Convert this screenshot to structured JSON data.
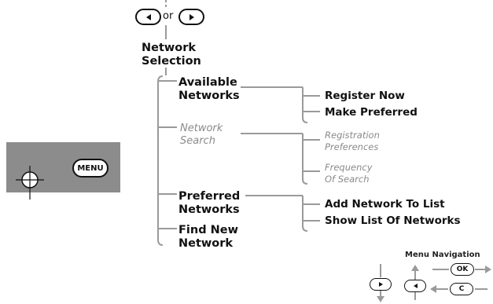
{
  "top_selector": {
    "left_icon": "left-arrow-icon",
    "connector": "or",
    "right_icon": "right-arrow-icon"
  },
  "root": {
    "line1": "Network",
    "line2": "Selection"
  },
  "menu": [
    {
      "id": "available-networks",
      "line1": "Available",
      "line2": "Networks",
      "state": "active",
      "children": [
        "Register Now",
        "Make Preferred"
      ]
    },
    {
      "id": "network-search",
      "line1": "Network",
      "line2": "Search",
      "state": "disabled",
      "children": [
        {
          "line1": "Registration",
          "line2": "Preferences"
        },
        {
          "line1": "Frequency",
          "line2": "Of Search"
        }
      ]
    },
    {
      "id": "preferred-networks",
      "line1": "Preferred",
      "line2": "Networks",
      "state": "active",
      "children": [
        "Add Network To List",
        "Show List Of Networks"
      ]
    },
    {
      "id": "find-new-network",
      "line1": "Find New",
      "line2": "Network",
      "state": "active",
      "children": []
    }
  ],
  "device": {
    "button_label": "MENU",
    "panel_color": "#8c8c8c"
  },
  "legend": {
    "title": "Menu Navigation",
    "ok_label": "OK",
    "c_label": "C",
    "icons": [
      "right-arrow-icon",
      "left-arrow-icon",
      "up-arrow-icon",
      "down-arrow-icon"
    ]
  },
  "colors": {
    "text": "#111111",
    "disabled_text": "#8a8a8a",
    "connector": "#9a9a9a"
  }
}
